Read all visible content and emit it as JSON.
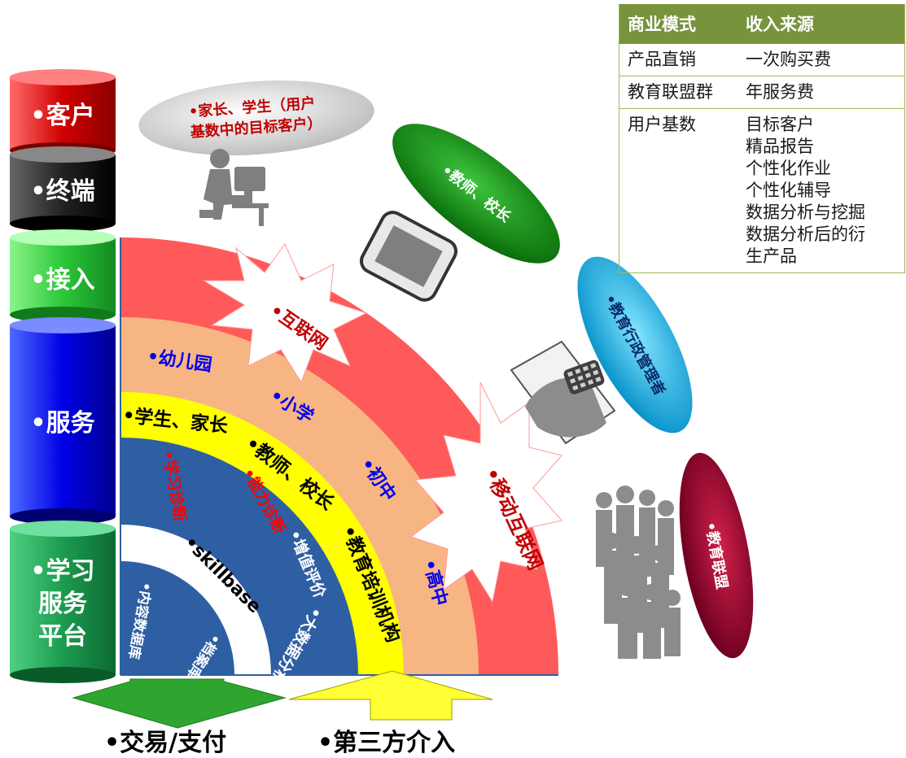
{
  "layers": {
    "customer": "•客户",
    "terminal": "•终端",
    "access": "•接入",
    "service": "•服务",
    "platform": "•学习\n服务\n平台"
  },
  "ellipses": {
    "parents": "•家长、学生（用户\n基数中的目标客户）",
    "teachers": "•教师、校长",
    "admin": "•教育行政管理者",
    "alliance": "•教育联盟"
  },
  "rings": {
    "internet": "•互联网",
    "mobile": "•移动互联网",
    "kindergarten": "•幼儿园",
    "primary": "•小学",
    "junior": "•初中",
    "senior": "•高中",
    "students_parents": "•学生、家长",
    "teachers_principals": "•教师、校长",
    "training": "•教育培训机构",
    "learning_diag": "•学习诊断",
    "ability_diag": "•能力诊断",
    "value_added": "•增值评价",
    "big_data": "•大数据分析",
    "skillbase": "•skillbase",
    "content_db": "•内容数据库",
    "archive_db": "•档案库"
  },
  "bottom": {
    "payment": "•交易/支付",
    "third_party": "•第三方介入"
  },
  "table": {
    "headers": [
      "商业模式",
      "收入来源"
    ],
    "rows": [
      {
        "model": "产品直销",
        "income": "一次购买费"
      },
      {
        "model": "教育联盟群",
        "income": "年服务费"
      },
      {
        "model": "用户基数",
        "income": "目标客户\n精品报告\n个性化作业\n个性化辅导\n数据分析与挖掘\n数据分析后的衍\n生产品"
      }
    ]
  },
  "colors": {
    "customer": "#c00000",
    "terminal": "#262626",
    "access": "#2ecc40",
    "service": "#0000ee",
    "platform": "#1e9e54",
    "ring_red": "#ff5555",
    "ring_orange": "#f7b583",
    "ring_yellow": "#ffff00",
    "ring_blue": "#2e5fa3",
    "table_header": "#77933c"
  }
}
